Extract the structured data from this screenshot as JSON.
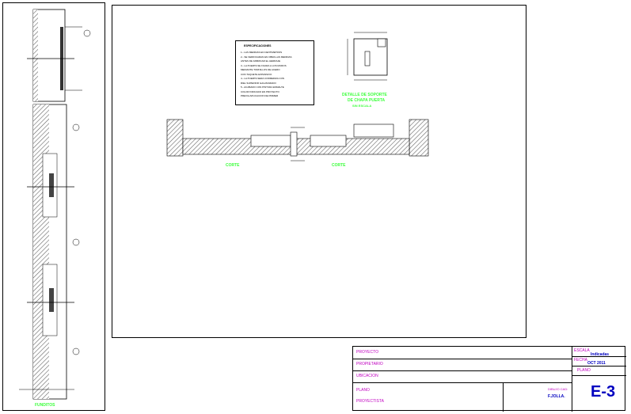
{
  "left_panel": {
    "caption": "FUNDITOS"
  },
  "notes": {
    "title": "ESPECIFICACIONES",
    "lines": [
      "1.- LAS MEDIDAS EN CENTIMETROS",
      "2.- SE VERIFICARAN EN OBRA LAS MEDIDAS",
      "    ANTES DE FABRICAR EL HERRAJE",
      "3.- LA PUERTA SE FIJARA A LOS MUROS",
      "    MEDIANTE TORNILLOS DE ACERO",
      "    CON TAQUETE EXPANSIVO",
      "4.- LA PUERTA SERA CORREDIZA CON",
      "    RIEL SUPERIOR GALVANIZADO",
      "5.- ACABADO CON PINTURA ESMALTE",
      "    COLOR INDICADO EN PROYECTO",
      "    PREVIA APLICACION DE PRIMER"
    ]
  },
  "detail": {
    "title_line1": "DETALLE DE SOPORTE",
    "title_line2": "DE CHAPA PUERTA",
    "subtitle": "SIN ESCALA"
  },
  "sections": {
    "corte_a": "CORTE",
    "corte_b": "CORTE"
  },
  "title_block": {
    "proyecto": "PROYECTO",
    "propietario": "PROPIETARIO",
    "ubicacion": "UBICACION",
    "plano": "PLANO",
    "proyectista": "PROYECTISTA",
    "escala_label": "ESCALA",
    "escala_value": "Indicadas",
    "fecha_label": "FECHA",
    "fecha_value": "OCT  2011",
    "plano_no_label": "PLANO",
    "dibujo_label": "DIBUJO CAD:",
    "dibujo_value": "F.JOLLA.",
    "sheet": "E-3"
  }
}
